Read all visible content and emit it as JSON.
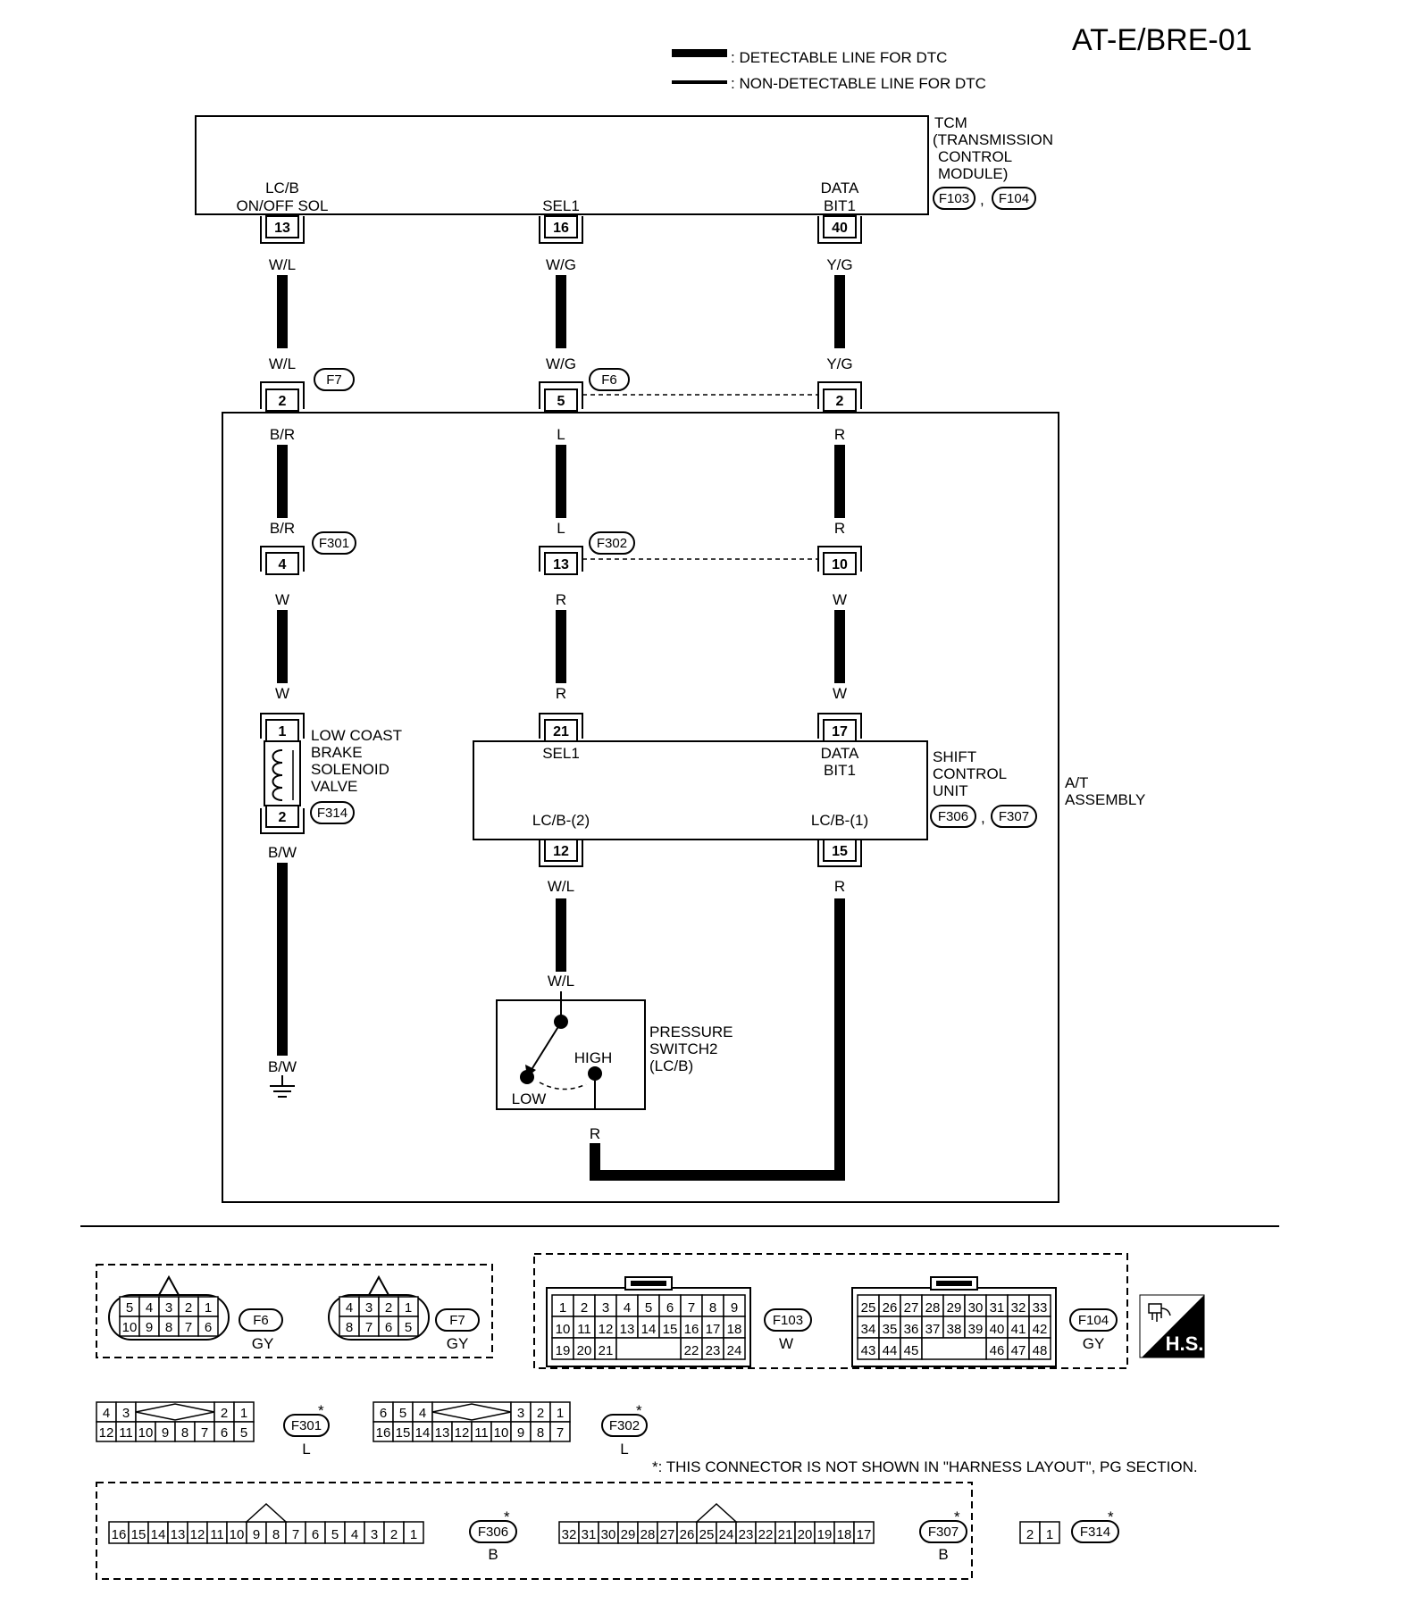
{
  "header": {
    "code": "AT-E/BRE-01",
    "legend_detectable": ": DETECTABLE LINE FOR DTC",
    "legend_non_detectable": ": NON-DETECTABLE LINE FOR DTC"
  },
  "tcm": {
    "name": [
      "TCM",
      "(TRANSMISSION",
      "CONTROL",
      "MODULE)"
    ],
    "connector_a": "F103",
    "connector_b": "F104",
    "sep": ",",
    "pin_lcb": {
      "label1": "LC/B",
      "label2": "ON/OFF SOL",
      "pin": "13",
      "wire": "W/L"
    },
    "pin_sel1": {
      "label": "SEL1",
      "pin": "16",
      "wire": "W/G"
    },
    "pin_data": {
      "label1": "DATA",
      "label2": "BIT1",
      "pin": "40",
      "wire": "Y/G"
    }
  },
  "joint_f7": {
    "name": "F7",
    "pin": "2",
    "wire_top": "W/L",
    "wire_bottom": "B/R"
  },
  "joint_f6": {
    "name": "F6",
    "pin_a": "5",
    "wire_a_top": "W/G",
    "wire_a_bottom": "L",
    "pin_b": "2",
    "wire_b_top": "Y/G",
    "wire_b_bottom": "R"
  },
  "joint_f301": {
    "name": "F301",
    "pin": "4",
    "wire_top": "B/R",
    "wire_bottom": "W"
  },
  "joint_f302": {
    "name": "F302",
    "pin_a": "13",
    "wire_a_top": "L",
    "wire_a_bottom": "R",
    "pin_b": "10",
    "wire_b_top": "R",
    "wire_b_bottom": "W"
  },
  "solenoid": {
    "label": [
      "LOW COAST",
      "BRAKE",
      "SOLENOID",
      "VALVE"
    ],
    "connector": "F314",
    "pin_top": "1",
    "pin_bottom": "2",
    "wire_in": "W",
    "wire_out": "B/W",
    "ground_wire": "B/W"
  },
  "shift_unit": {
    "label": [
      "SHIFT",
      "CONTROL",
      "UNIT"
    ],
    "connector_a": "F306",
    "connector_b": "F307",
    "sep": ",",
    "pin_sel1": {
      "pin": "21",
      "label": "SEL1",
      "wire": "R"
    },
    "pin_data": {
      "pin": "17",
      "label1": "DATA",
      "label2": "BIT1",
      "wire": "W"
    },
    "pin_lcb2": {
      "pin": "12",
      "label": "LC/B-(2)",
      "wire": "W/L"
    },
    "pin_lcb1": {
      "pin": "15",
      "label": "LC/B-(1)",
      "wire": "R"
    }
  },
  "pressure_switch": {
    "label": [
      "PRESSURE",
      "SWITCH2",
      "(LC/B)"
    ],
    "high": "HIGH",
    "low": "LOW",
    "wire_in": "W/L",
    "wire_out": "R"
  },
  "at_assembly": [
    "A/T",
    "ASSEMBLY"
  ],
  "connectors": {
    "f6": {
      "name": "F6",
      "color": "GY",
      "row1": [
        "5",
        "4",
        "3",
        "2",
        "1"
      ],
      "row2": [
        "10",
        "9",
        "8",
        "7",
        "6"
      ]
    },
    "f7": {
      "name": "F7",
      "color": "GY",
      "row1": [
        "4",
        "3",
        "2",
        "1"
      ],
      "row2": [
        "8",
        "7",
        "6",
        "5"
      ]
    },
    "f103": {
      "name": "F103",
      "color": "W",
      "row1": [
        "1",
        "2",
        "3",
        "4",
        "5",
        "6",
        "7",
        "8",
        "9"
      ],
      "row2": [
        "10",
        "11",
        "12",
        "13",
        "14",
        "15",
        "16",
        "17",
        "18"
      ],
      "row3": [
        "19",
        "20",
        "21",
        "",
        "",
        "",
        "22",
        "23",
        "24"
      ]
    },
    "f104": {
      "name": "F104",
      "color": "GY",
      "row1": [
        "25",
        "26",
        "27",
        "28",
        "29",
        "30",
        "31",
        "32",
        "33"
      ],
      "row2": [
        "34",
        "35",
        "36",
        "37",
        "38",
        "39",
        "40",
        "41",
        "42"
      ],
      "row3": [
        "43",
        "44",
        "45",
        "",
        "",
        "",
        "46",
        "47",
        "48"
      ]
    },
    "f301": {
      "name": "F301",
      "color": "L",
      "row1_left": [
        "4",
        "3"
      ],
      "row1_right": [
        "2",
        "1"
      ],
      "row2": [
        "12",
        "11",
        "10",
        "9",
        "8",
        "7",
        "6",
        "5"
      ]
    },
    "f302": {
      "name": "F302",
      "color": "L",
      "row1_left": [
        "6",
        "5",
        "4"
      ],
      "row1_right": [
        "3",
        "2",
        "1"
      ],
      "row2": [
        "16",
        "15",
        "14",
        "13",
        "12",
        "11",
        "10",
        "9",
        "8",
        "7"
      ]
    },
    "f306": {
      "name": "F306",
      "color": "B",
      "pins": [
        "16",
        "15",
        "14",
        "13",
        "12",
        "11",
        "10",
        "9",
        "8",
        "7",
        "6",
        "5",
        "4",
        "3",
        "2",
        "1"
      ]
    },
    "f307": {
      "name": "F307",
      "color": "B",
      "pins": [
        "32",
        "31",
        "30",
        "29",
        "28",
        "27",
        "26",
        "25",
        "24",
        "23",
        "22",
        "21",
        "20",
        "19",
        "18",
        "17"
      ]
    },
    "f314": {
      "name": "F314",
      "pins": [
        "2",
        "1"
      ]
    }
  },
  "star": "*",
  "footnote": "*: THIS CONNECTOR IS NOT SHOWN IN \"HARNESS LAYOUT\", PG SECTION.",
  "hs_badge": "H.S."
}
